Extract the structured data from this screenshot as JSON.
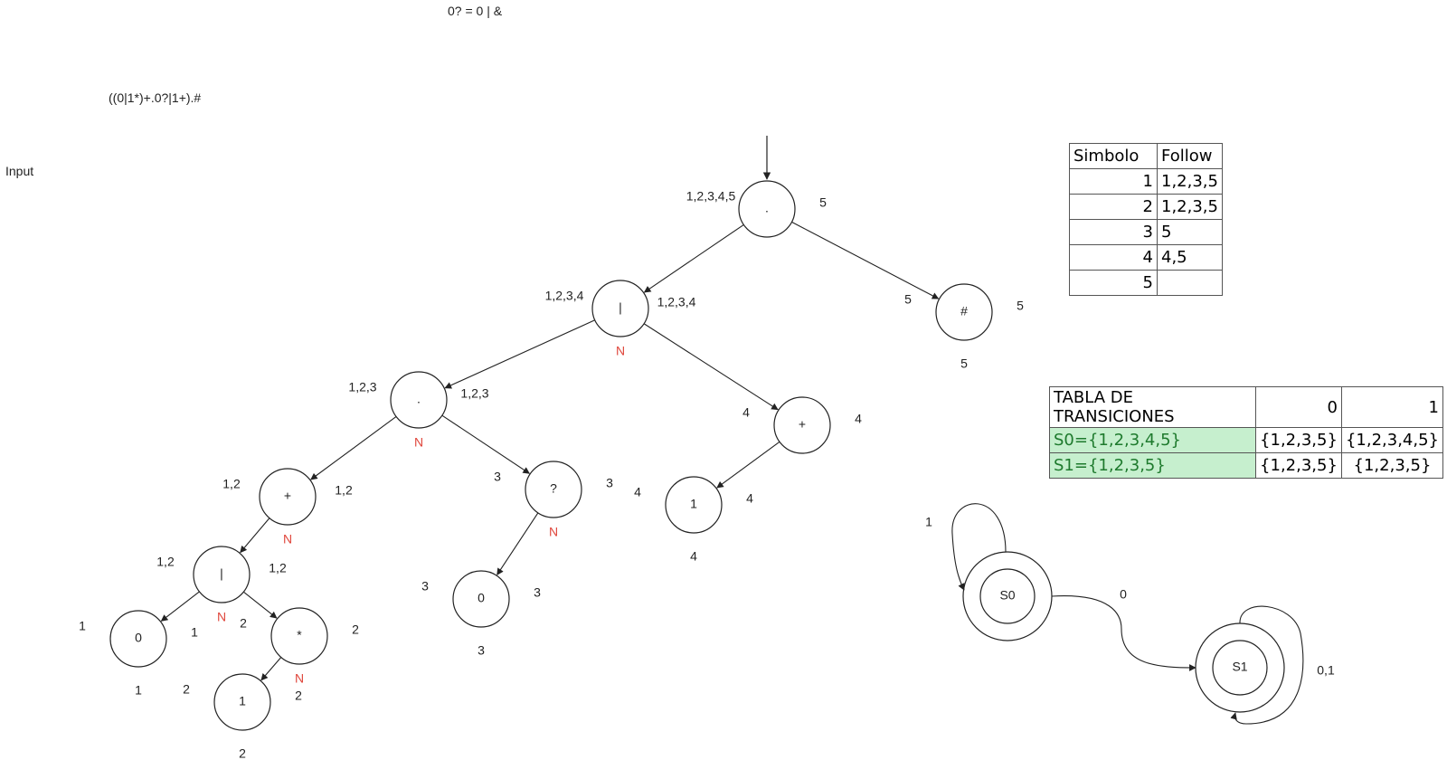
{
  "header": {
    "note": "0? = 0 | &",
    "expression": "((0|1*)+.0?|1+).#",
    "input_label": "Input"
  },
  "tree": {
    "nodes": [
      {
        "id": "root",
        "symbol": ".",
        "left": "1,2,3,4,5",
        "right": "5",
        "below": "",
        "nullable": false
      },
      {
        "id": "or1",
        "symbol": "|",
        "left": "1,2,3,4",
        "right": "1,2,3,4",
        "below": "",
        "nullable": true
      },
      {
        "id": "hash",
        "symbol": "#",
        "left": "5",
        "right": "5",
        "below": "5",
        "nullable": false
      },
      {
        "id": "dot2",
        "symbol": ".",
        "left": "1,2,3",
        "right": "1,2,3",
        "below": "",
        "nullable": true
      },
      {
        "id": "plus2",
        "symbol": "+",
        "left": "4",
        "right": "4",
        "below": "",
        "nullable": false
      },
      {
        "id": "plus1",
        "symbol": "+",
        "left": "1,2",
        "right": "1,2",
        "below": "",
        "nullable": true
      },
      {
        "id": "q",
        "symbol": "?",
        "left": "3",
        "right": "3",
        "below": "",
        "nullable": true
      },
      {
        "id": "leaf4",
        "symbol": "1",
        "left": "4",
        "right": "4",
        "below": "4",
        "nullable": false
      },
      {
        "id": "or2",
        "symbol": "|",
        "left": "1,2",
        "right": "1,2",
        "below": "",
        "nullable": true
      },
      {
        "id": "leaf3",
        "symbol": "0",
        "left": "3",
        "right": "3",
        "below": "3",
        "nullable": false
      },
      {
        "id": "leaf1",
        "symbol": "0",
        "left": "1",
        "right": "1",
        "below": "1",
        "nullable": false
      },
      {
        "id": "star",
        "symbol": "*",
        "left": "2",
        "right": "2",
        "below": "",
        "nullable": true
      },
      {
        "id": "leaf2",
        "symbol": "1",
        "left": "2",
        "right": "2",
        "below": "2",
        "nullable": false
      }
    ],
    "edges": [
      [
        "root",
        "or1"
      ],
      [
        "root",
        "hash"
      ],
      [
        "or1",
        "dot2"
      ],
      [
        "or1",
        "plus2"
      ],
      [
        "dot2",
        "plus1"
      ],
      [
        "dot2",
        "q"
      ],
      [
        "plus2",
        "leaf4"
      ],
      [
        "plus1",
        "or2"
      ],
      [
        "q",
        "leaf3"
      ],
      [
        "or2",
        "leaf1"
      ],
      [
        "or2",
        "star"
      ],
      [
        "star",
        "leaf2"
      ]
    ],
    "nullable_marker": "N"
  },
  "follow_table": {
    "headers": [
      "Simbolo",
      "Follow"
    ],
    "rows": [
      [
        "1",
        "1,2,3,5"
      ],
      [
        "2",
        "1,2,3,5"
      ],
      [
        "3",
        "5"
      ],
      [
        "4",
        "4,5"
      ],
      [
        "5",
        ""
      ]
    ]
  },
  "transition_table": {
    "headers": [
      "TABLA DE TRANSICIONES",
      "0",
      "1"
    ],
    "rows": [
      [
        "S0={1,2,3,4,5}",
        "{1,2,3,5}",
        "{1,2,3,4,5}"
      ],
      [
        "S1={1,2,3,5}",
        "{1,2,3,5}",
        "{1,2,3,5}"
      ]
    ],
    "highlight_color": "#c6efce",
    "highlight_text_color": "#1e7a2d"
  },
  "automaton": {
    "states": [
      {
        "id": "S0",
        "label": "S0",
        "accepting": true
      },
      {
        "id": "S1",
        "label": "S1",
        "accepting": true
      }
    ],
    "transitions": [
      {
        "from": "S0",
        "to": "S0",
        "label": "1"
      },
      {
        "from": "S0",
        "to": "S1",
        "label": "0"
      },
      {
        "from": "S1",
        "to": "S1",
        "label": "0,1"
      }
    ]
  },
  "colors": {
    "nullable_marker": "#e0463c",
    "stroke": "#222222"
  }
}
